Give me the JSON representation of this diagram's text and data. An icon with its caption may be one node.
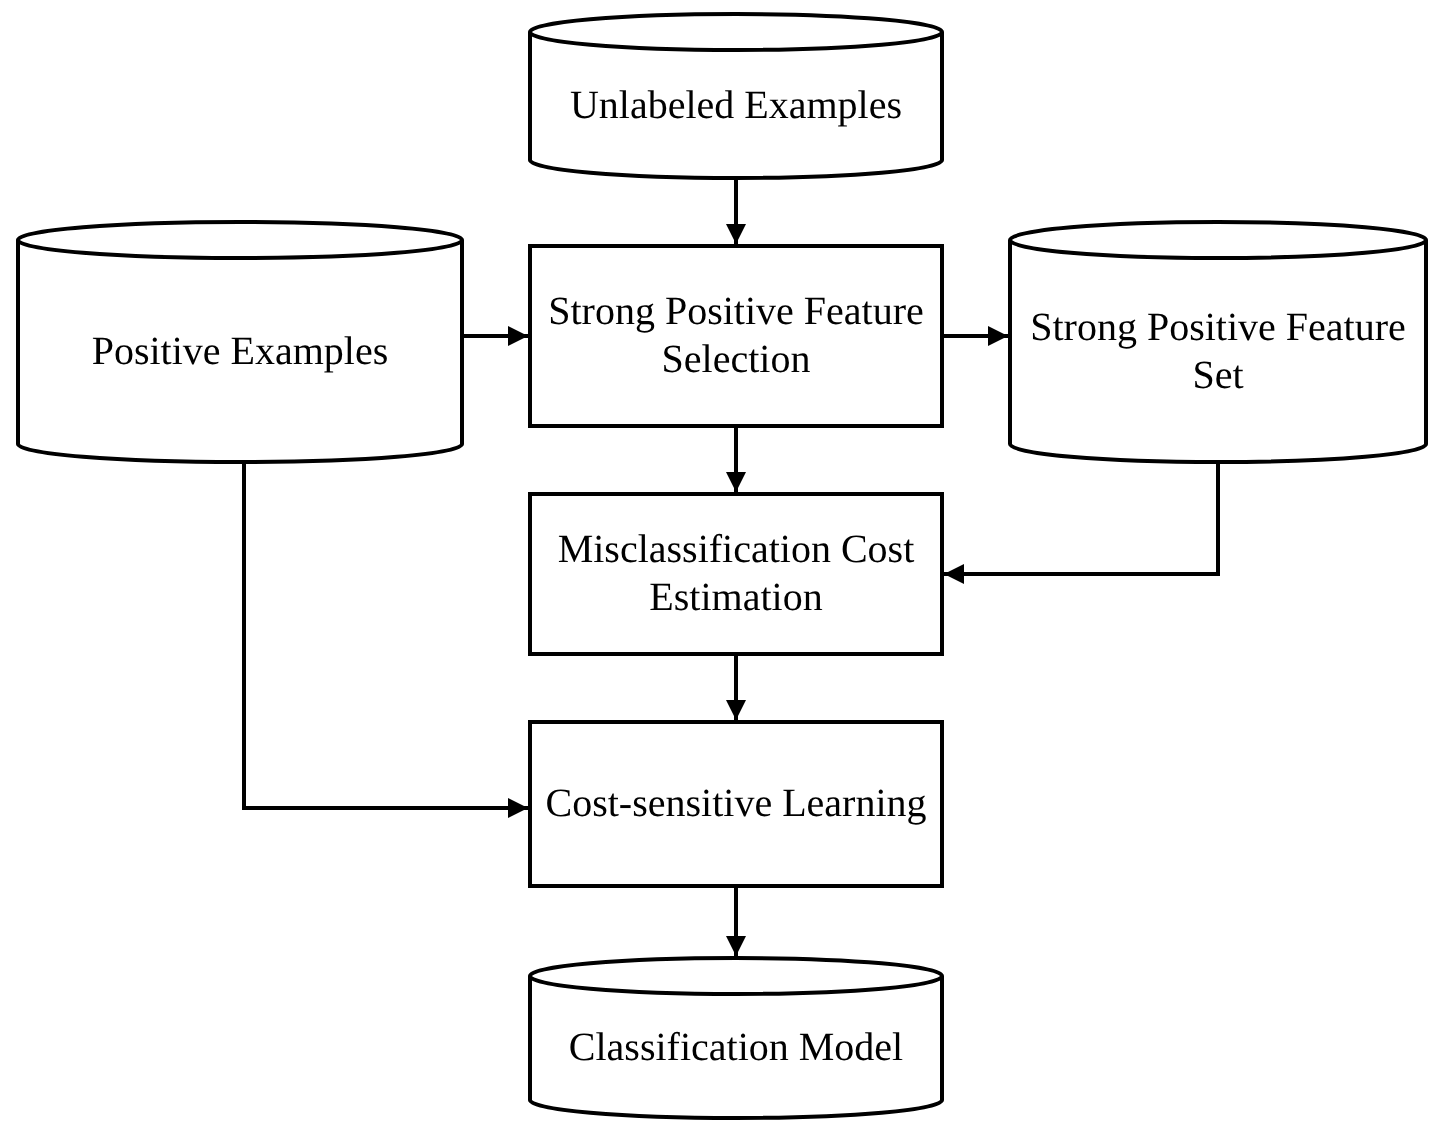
{
  "diagram": {
    "nodes": [
      {
        "text": [
          "Unlabeled Examples"
        ]
      },
      {
        "text": [
          "Positive Examples"
        ]
      },
      {
        "text": [
          "Strong Positive Feature Selection"
        ]
      },
      {
        "text": [
          "Strong Positive Feature Set"
        ]
      },
      {
        "text": [
          "Misclassification Cost Estimation"
        ]
      },
      {
        "text": [
          "Cost-sensitive Learning"
        ]
      },
      {
        "text": [
          "Classification Model"
        ]
      }
    ],
    "edges": [
      {
        "from": 0,
        "to": 2,
        "arrow": "to"
      },
      {
        "from": 1,
        "to": 2,
        "arrow": "to"
      },
      {
        "from": 2,
        "to": 3,
        "arrow": "to"
      },
      {
        "from": 2,
        "to": 4,
        "arrow": "to"
      },
      {
        "from": 3,
        "to": 4,
        "arrow": "to"
      },
      {
        "from": 4,
        "to": 5,
        "arrow": "to"
      },
      {
        "from": 1,
        "to": 5,
        "arrow": "to"
      },
      {
        "from": 5,
        "to": 6,
        "arrow": "to"
      }
    ]
  }
}
